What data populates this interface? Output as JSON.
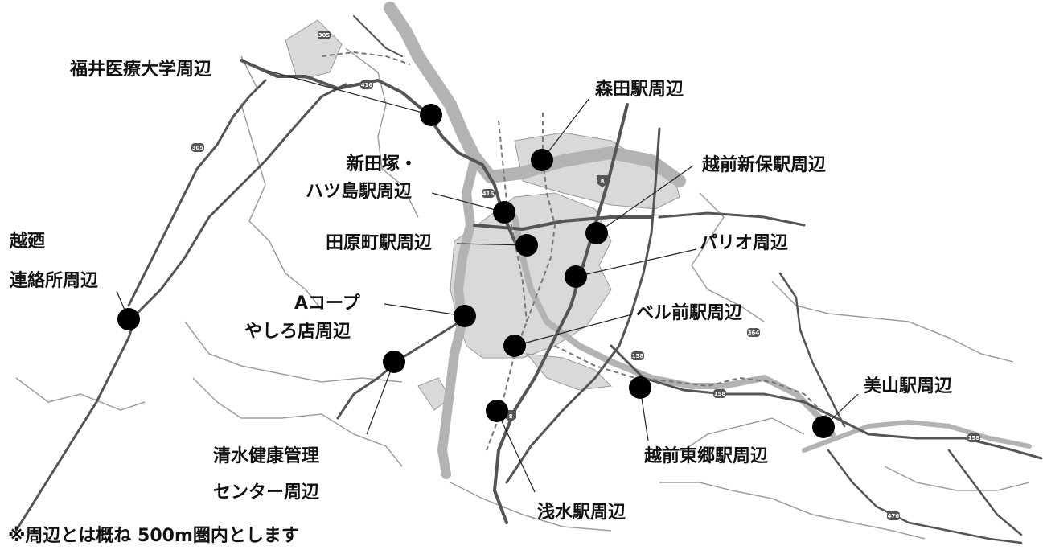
{
  "map": {
    "labels": {
      "fukui_med_univ": "福井医療大学周辺",
      "morita": "森田駅周辺",
      "echizen_shinbo": "越前新保駅周辺",
      "nittazuka_1": "新田塚・",
      "nittazuka_2": "ハツ島駅周辺",
      "tawaramachi": "田原町駅周辺",
      "pario": "パリオ周辺",
      "koshiji_1": "越廼",
      "koshiji_2": "連絡所周辺",
      "acoop_1": "Aコープ",
      "acoop_2": "やしろ店周辺",
      "bellmae": "ベル前駅周辺",
      "shimizu_1": "清水健康管理",
      "shimizu_2": "センター周辺",
      "echizen_togo": "越前東郷駅周辺",
      "miyama": "美山駅周辺",
      "asamizu": "浅水駅周辺"
    },
    "note": "※周辺とは概ね 500m圏内とします",
    "route_shields": [
      "305",
      "416",
      "305",
      "8",
      "416",
      "8",
      "364",
      "158",
      "158",
      "158",
      "476"
    ],
    "colors": {
      "marker": "#000000",
      "urban": "#d9d9d9",
      "river": "#b3b3b3",
      "road": "#555555"
    }
  }
}
